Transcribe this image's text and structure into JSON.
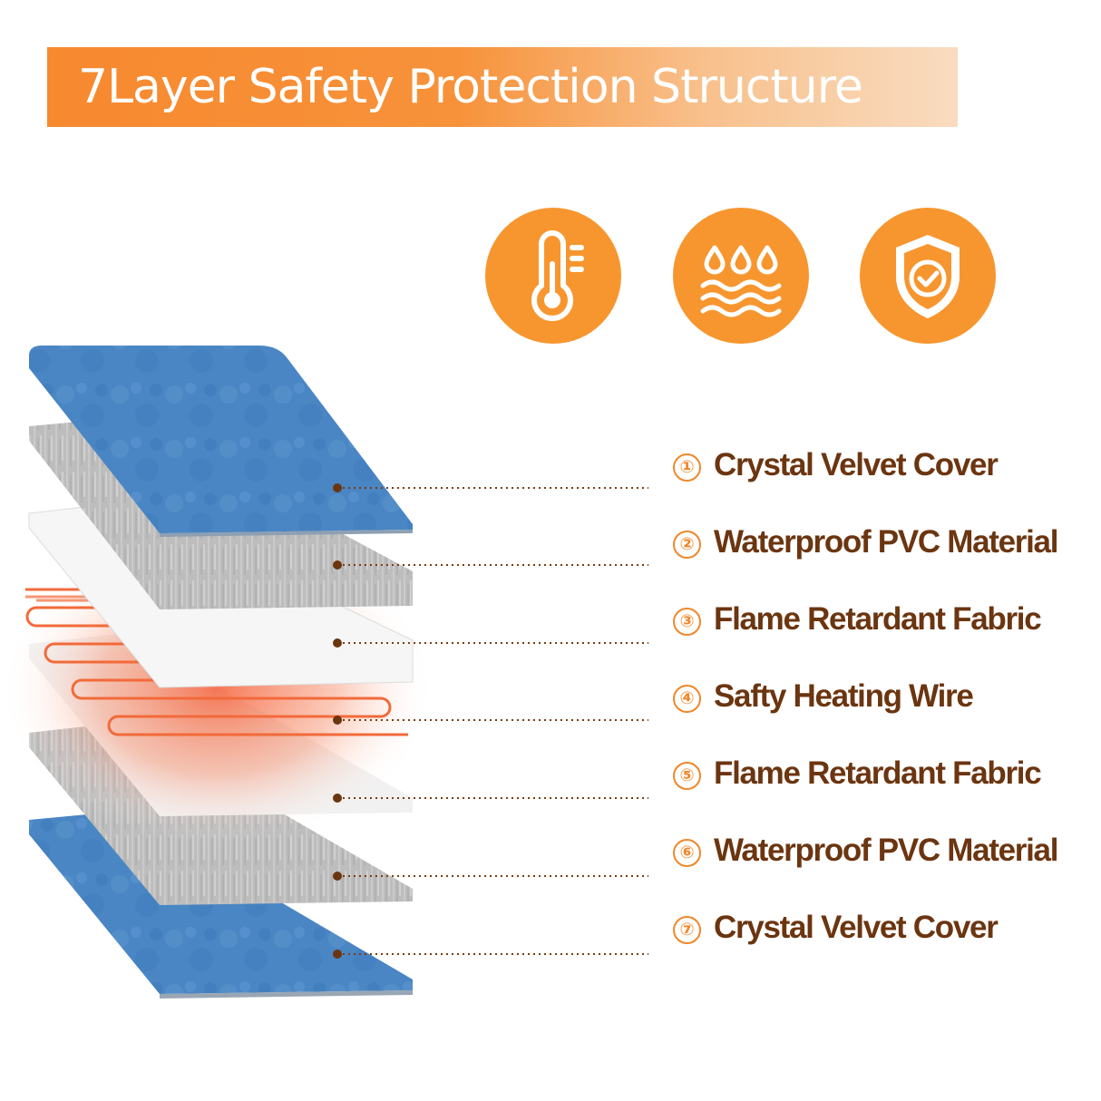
{
  "title": "7Layer Safety Protection Structure",
  "colors": {
    "accent": "#f7962f",
    "label_text": "#6b3510",
    "number_ring": "#f0872a",
    "velvet": "#4a86c4",
    "pvc": "#b8b8b8",
    "fabric": "#f2f2f2",
    "heating": "#f26a3a"
  },
  "badges": [
    {
      "icon": "thermometer-icon"
    },
    {
      "icon": "water-drops-icon"
    },
    {
      "icon": "shield-check-icon"
    }
  ],
  "layers": [
    {
      "number": "①",
      "label": "Crystal Velvet Cover"
    },
    {
      "number": "②",
      "label": "Waterproof PVC Material"
    },
    {
      "number": "③",
      "label": "Flame Retardant Fabric"
    },
    {
      "number": "④",
      "label": "Safty Heating Wire"
    },
    {
      "number": "⑤",
      "label": "Flame Retardant Fabric"
    },
    {
      "number": "⑥",
      "label": "Waterproof PVC Material"
    },
    {
      "number": "⑦",
      "label": "Crystal Velvet Cover"
    }
  ]
}
